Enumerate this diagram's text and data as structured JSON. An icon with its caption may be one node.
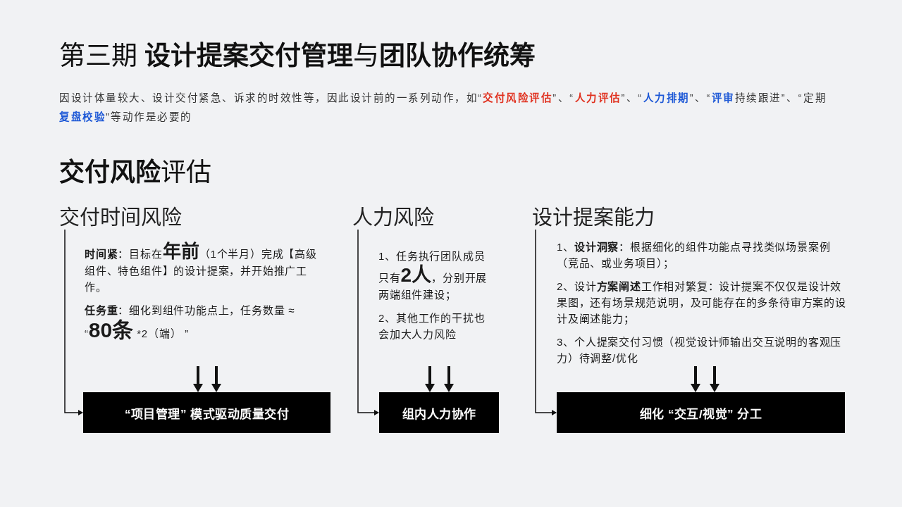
{
  "diagram": {
    "title": "第三期 **设计提案交付管理**与**团队协作统筹**",
    "nodes": [
      {
        "text": [
          "交付时间风险"
        ]
      },
      {
        "text": [
          "**时间紧**：目标在**年前**（1个半月）完成【高级组件、特色组件】的设计提案，并开始推广工作。",
          "**任务重**：细化到组件功能点上，任务数量 ≈ “**80条** *2（端） ”"
        ]
      },
      {
        "text": [
          "“项目管理” 模式驱动质量交付"
        ]
      },
      {
        "text": [
          "人力风险"
        ]
      },
      {
        "text": [
          "1、任务执行团队成员只有**2人**，分别开展两端组件建设；",
          "2、其他工作的干扰也会加大人力风险"
        ]
      },
      {
        "text": [
          "组内人力协作"
        ]
      },
      {
        "text": [
          "设计提案能力"
        ]
      },
      {
        "text": [
          "1、**设计洞察**：根据细化的组件功能点寻找类似场景案例（竞品、或业务项目）；",
          "2、设计**方案阐述**工作相对繁复：设计提案不仅仅是设计效果图，还有场景规范说明，及可能存在的多条待审方案的设计及阐述能力；",
          "3、个人提案交付习惯（视觉设计师输出交互说明的客观压力）待调整/优化"
        ]
      },
      {
        "text": [
          "细化 “交互/视觉” 分工"
        ]
      }
    ],
    "edges": [
      {
        "from": 0,
        "to": 2,
        "arrow": "to"
      },
      {
        "from": 1,
        "to": 2,
        "arrow": "to"
      },
      {
        "from": 1,
        "to": 2,
        "arrow": "to"
      },
      {
        "from": 3,
        "to": 5,
        "arrow": "to"
      },
      {
        "from": 4,
        "to": 5,
        "arrow": "to"
      },
      {
        "from": 4,
        "to": 5,
        "arrow": "to"
      },
      {
        "from": 6,
        "to": 8,
        "arrow": "to"
      },
      {
        "from": 7,
        "to": 8,
        "arrow": "to"
      },
      {
        "from": 7,
        "to": 8,
        "arrow": "to"
      }
    ],
    "labels": [
      "因设计体量较大、设计交付紧急、诉求的时效性等，因此设计前的一系列动作，如“**交付风险评估**”、“**人力评估**”、“**人力排期**”、“**评审**持续跟进”、“定期**复盘校验**”等动作是必要的",
      "**交付风险**评估"
    ]
  }
}
